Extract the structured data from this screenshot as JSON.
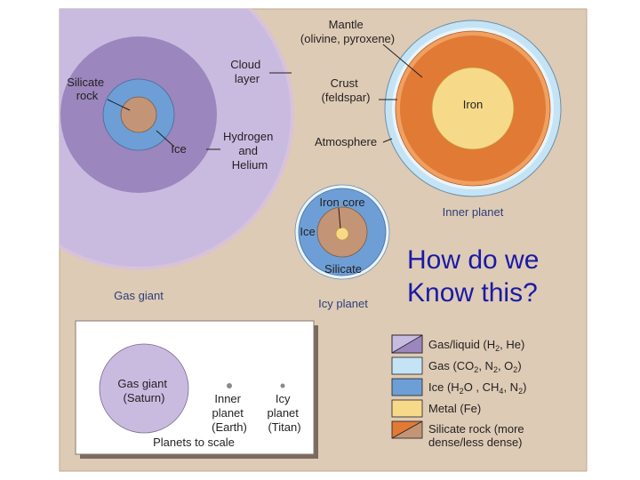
{
  "colors": {
    "background": "#ddcbb5",
    "gas_liquid": "#9b86bd",
    "gas_light": "#c8bbe0",
    "gas_cloud": "#b4a2d3",
    "gas_blue": "#c4e4f5",
    "ice": "#6d9fd6",
    "metal": "#f7d98a",
    "silicate": "#c49476",
    "silicate_dense": "#e07a35",
    "outline": "#5a4a6a",
    "question_text": "#1a1aa6"
  },
  "gas_giant": {
    "caption": "Gas giant",
    "labels": {
      "silicate_rock": [
        "Silicate",
        "rock"
      ],
      "cloud_layer": [
        "Cloud",
        "layer"
      ],
      "ice": "Ice",
      "hydrogen_helium": [
        "Hydrogen",
        "and",
        "Helium"
      ]
    }
  },
  "inner_planet": {
    "caption": "Inner planet",
    "labels": {
      "mantle": [
        "Mantle",
        "(olivine, pyroxene)"
      ],
      "crust": [
        "Crust",
        "(feldspar)"
      ],
      "atmosphere": "Atmosphere",
      "iron": "Iron"
    }
  },
  "icy_planet": {
    "caption": "Icy planet",
    "labels": {
      "iron_core": "Iron core",
      "ice": "Ice",
      "silicate": "Silicate"
    }
  },
  "scale_box": {
    "title": "Planets to scale",
    "gas_giant": [
      "Gas giant",
      "(Saturn)"
    ],
    "inner": [
      "Inner",
      "planet",
      "(Earth)"
    ],
    "icy": [
      "Icy",
      "planet",
      "(Titan)"
    ]
  },
  "legend": [
    {
      "text": "Gas/liquid (H",
      "sub1": "2",
      "mid1": ", He)",
      "sub2": "",
      "mid2": "",
      "sub3": "",
      "tail": ""
    },
    {
      "text": "Gas (CO",
      "sub1": "2",
      "mid1": ", N",
      "sub2": "2",
      "mid2": ", O",
      "sub3": "2",
      "tail": ")"
    },
    {
      "text": "Ice (H",
      "sub1": "2",
      "mid1": "O , CH",
      "sub2": "4",
      "mid2": ", N",
      "sub3": "2",
      "tail": ")"
    },
    {
      "text": "Metal (Fe)",
      "sub1": "",
      "mid1": "",
      "sub2": "",
      "mid2": "",
      "sub3": "",
      "tail": ""
    },
    {
      "text": "Silicate rock (more",
      "line2": "dense/less dense)",
      "sub1": "",
      "mid1": "",
      "sub2": "",
      "mid2": "",
      "sub3": "",
      "tail": ""
    }
  ],
  "question": [
    "How do we",
    "Know this?"
  ]
}
